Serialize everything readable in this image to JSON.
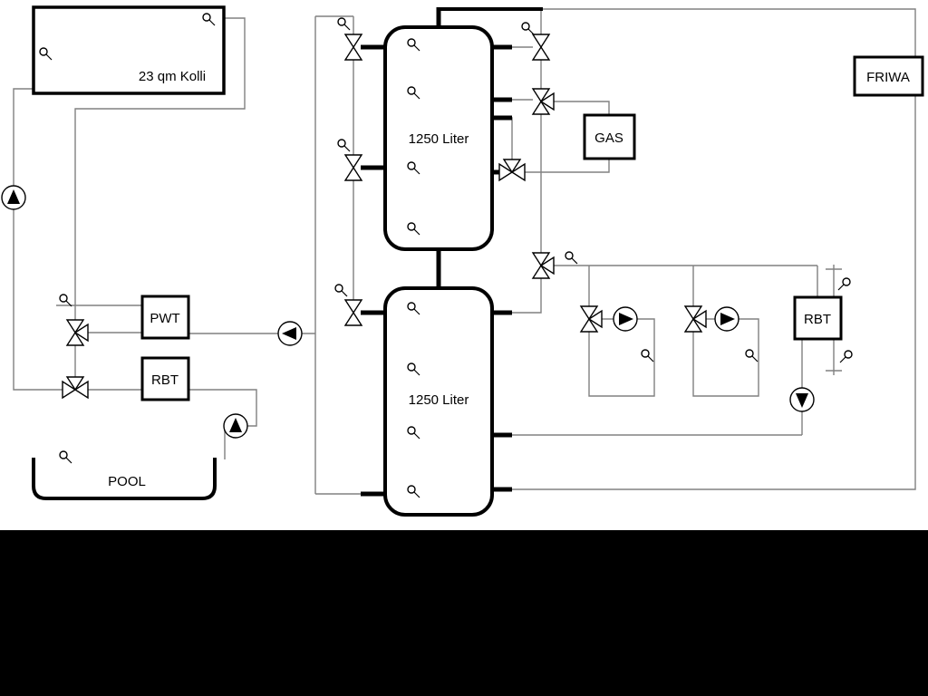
{
  "labels": {
    "collector": "23 qm Kolli",
    "tank_top": "1250 Liter",
    "tank_bottom": "1250 Liter",
    "gas": "GAS",
    "friwa": "FRIWA",
    "pwt": "PWT",
    "rbt_left": "RBT",
    "rbt_right": "RBT",
    "pool": "POOL"
  },
  "colors": {
    "pipe_thin": "#808080",
    "pipe_thick": "#000000",
    "background": "#ffffff",
    "footer": "#000000"
  }
}
